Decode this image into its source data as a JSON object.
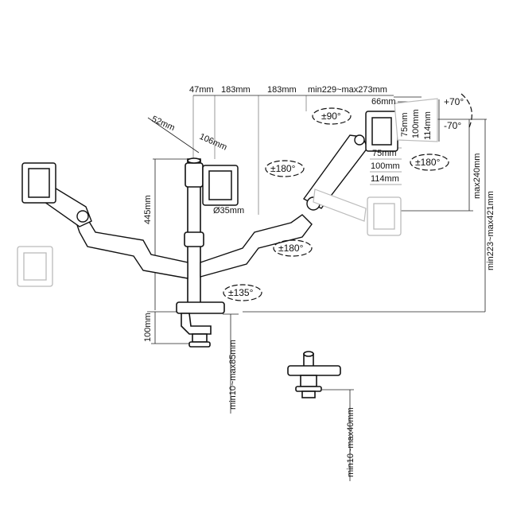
{
  "dimensions": {
    "d47": "47mm",
    "d183a": "183mm",
    "d183b": "183mm",
    "reach": "min229~max273mm",
    "d66": "66mm",
    "d52": "52mm",
    "d106": "106mm",
    "height445": "445mm",
    "pole_diam": "Ø35mm",
    "base100": "100mm",
    "clamp": "min10~max85mm",
    "grommet": "min10~max40mm",
    "vert240": "max240mm",
    "vert_range": "min223~max421mm",
    "vesa75a": "75mm",
    "vesa100a": "100mm",
    "vesa114a": "114mm",
    "vesa75b": "75mm",
    "vesa100b": "100mm",
    "vesa114b": "114mm"
  },
  "rotations": {
    "swivel90": "±90°",
    "tilt_up": "+70°",
    "tilt_down": "-70°",
    "rot180_a": "±180°",
    "rot180_b": "±180°",
    "rot180_c": "±180°",
    "rot135": "±135°"
  }
}
